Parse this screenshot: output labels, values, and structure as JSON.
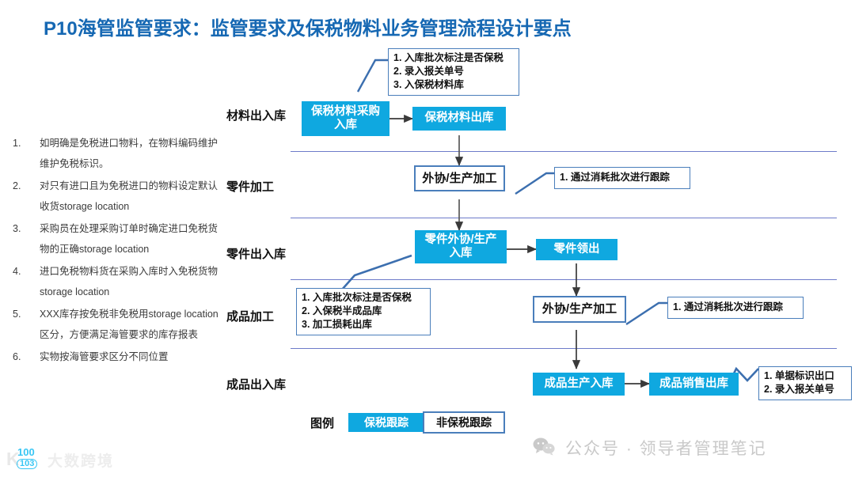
{
  "slide": {
    "title": "P10海管监管要求：监管要求及保税物料业务管理流程设计要点",
    "title_color": "#1668B3",
    "accent_fill": "#0FA8E0",
    "outline_color": "#4A7EBB",
    "divider_color": "#6D7BC9"
  },
  "notes": {
    "items": [
      {
        "num": "1.",
        "text": "如明确是免税进口物料，在物料编码维护维护免税标识。"
      },
      {
        "num": "2.",
        "text": "对只有进口且为免税进口的物料设定默认收货storage location"
      },
      {
        "num": "3.",
        "text": "采购员在处理采购订单时确定进口免税货物的正确storage location"
      },
      {
        "num": "4.",
        "text": "进口免税物料货在采购入库时入免税货物storage location"
      },
      {
        "num": "5.",
        "text": "XXX库存按免税非免税用storage location区分，方便满足海管要求的库存报表"
      },
      {
        "num": "6.",
        "text": "实物按海管要求区分不同位置"
      }
    ]
  },
  "flow": {
    "rows": [
      {
        "label": "材料出入库"
      },
      {
        "label": "零件加工"
      },
      {
        "label": "零件出入库"
      },
      {
        "label": "成品加工"
      },
      {
        "label": "成品出入库"
      }
    ],
    "boxes": {
      "material_purchase_in": "保税材料采购\n入库",
      "material_out": "保税材料出库",
      "part_process": "外协/生产加工",
      "part_in": "零件外协/生产\n入库",
      "part_issue": "零件领出",
      "product_process": "外协/生产加工",
      "product_in": "成品生产入库",
      "product_sales_out": "成品销售出库"
    },
    "callouts": {
      "material_note": "1. 入库批次标注是否保税\n2. 录入报关单号\n3. 入保税材料库",
      "part_track_note": "1. 通过消耗批次进行跟踪",
      "part_in_note": "1. 入库批次标注是否保税\n2. 入保税半成品库\n3. 加工损耗出库",
      "product_track_note": "1. 通过消耗批次进行跟踪",
      "product_out_note": "1. 单据标识出口\n2. 录入报关单号"
    }
  },
  "legend": {
    "label": "图例",
    "tracked": "保税跟踪",
    "untracked": "非保税跟踪"
  },
  "footer": {
    "watermark": "公众号 · 领导者管理笔记",
    "icon": "wechat-icon"
  },
  "brand": {
    "mark_letter": "K",
    "mark_top": "100",
    "mark_bottom": "103",
    "name": "大数跨境"
  }
}
